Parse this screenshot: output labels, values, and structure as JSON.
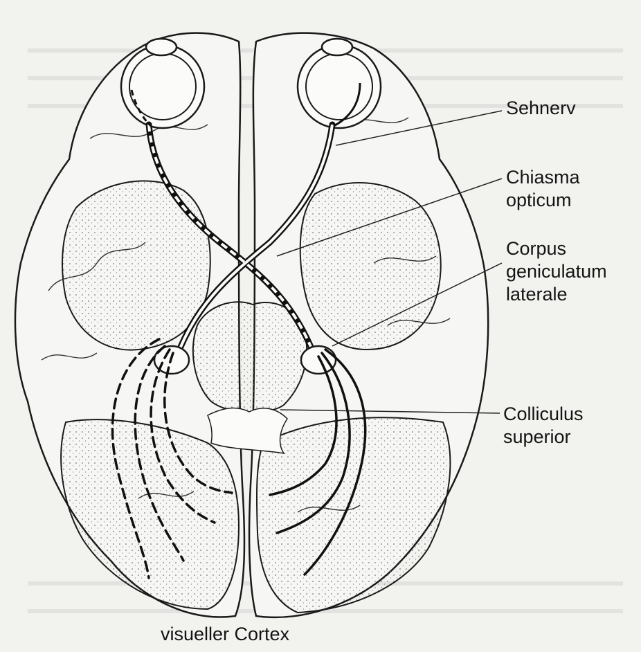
{
  "labels": {
    "sehnerv": "Sehnerv",
    "chiasma": "Chiasma\nopticum",
    "corpus": "Corpus\ngeniculatum\nlaterale",
    "colliculus": "Colliculus\nsuperior",
    "cortex": "visueller Cortex"
  },
  "colors": {
    "paper": "#f2f2ef",
    "ink": "#1a1a1a",
    "brain_fill": "#f6f6f4"
  }
}
